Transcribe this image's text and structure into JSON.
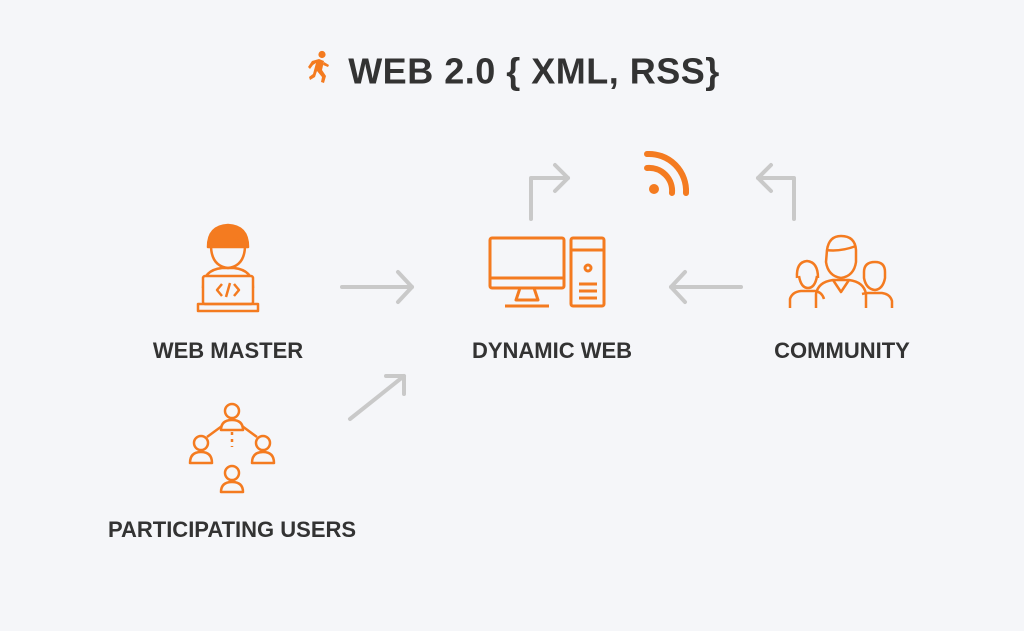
{
  "title": "WEB 2.0  { XML, RSS}",
  "colors": {
    "accent": "#f47b20",
    "arrow": "#c9c9c9",
    "text": "#333333",
    "background": "#f5f6f9"
  },
  "icons": [
    "running-person-icon",
    "web-master-icon",
    "participating-users-icon",
    "computer-icon",
    "rss-icon",
    "community-icon"
  ],
  "nodes": {
    "web_master": "WEB MASTER",
    "dynamic_web": "DYNAMIC WEB",
    "community": "COMMUNITY",
    "participating_users": "PARTICIPATING USERS"
  }
}
